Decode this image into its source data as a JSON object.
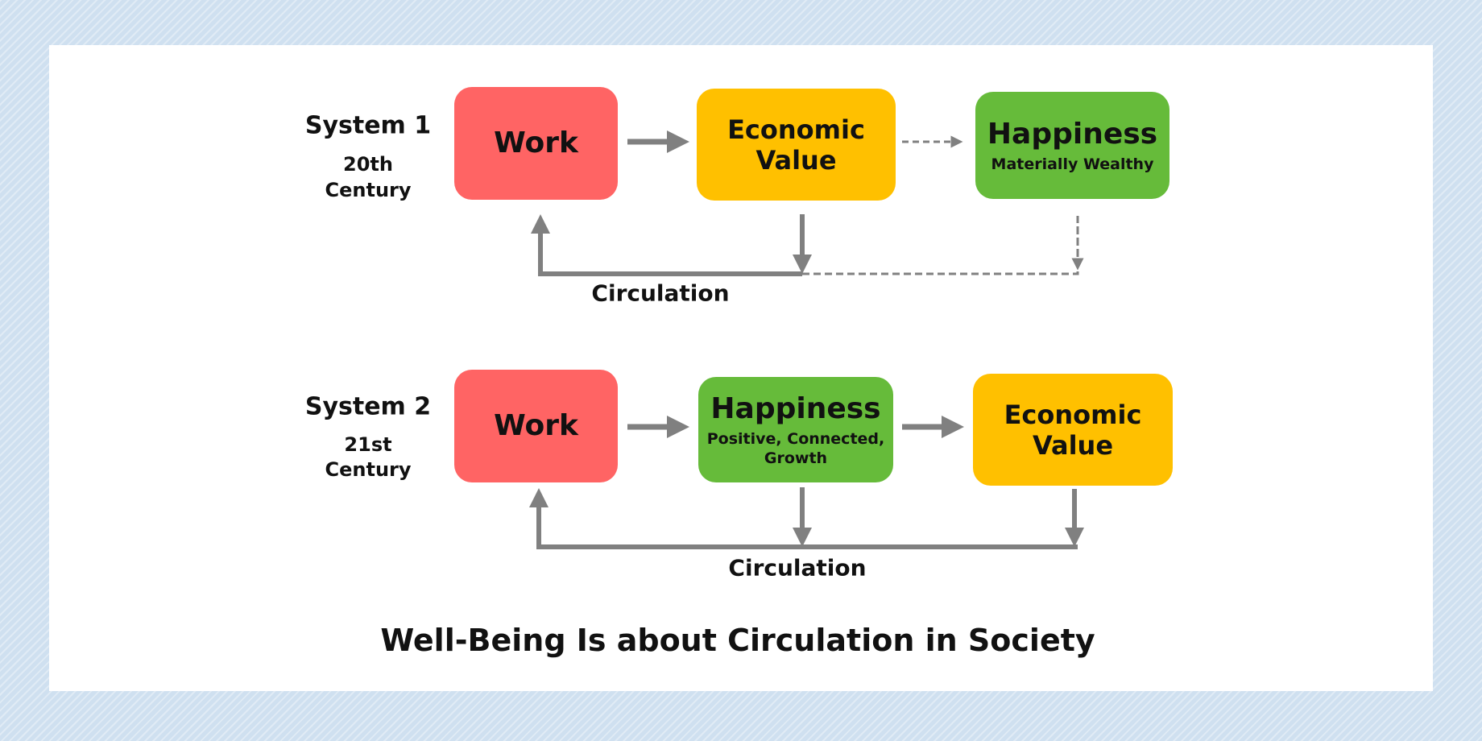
{
  "colors": {
    "work": "#ff6464",
    "economic": "#ffc000",
    "happiness": "#66bb3a",
    "arrow": "#808080"
  },
  "system1": {
    "label": "System 1",
    "era_line1": "20th",
    "era_line2": "Century",
    "work": "Work",
    "economic_line1": "Economic",
    "economic_line2": "Value",
    "happiness": "Happiness",
    "happiness_sub": "Materially Wealthy",
    "circulation": "Circulation"
  },
  "system2": {
    "label": "System 2",
    "era_line1": "21st",
    "era_line2": "Century",
    "work": "Work",
    "happiness": "Happiness",
    "happiness_sub_line1": "Positive, Connected,",
    "happiness_sub_line2": "Growth",
    "economic_line1": "Economic",
    "economic_line2": "Value",
    "circulation": "Circulation"
  },
  "title": "Well-Being Is about Circulation in Society"
}
